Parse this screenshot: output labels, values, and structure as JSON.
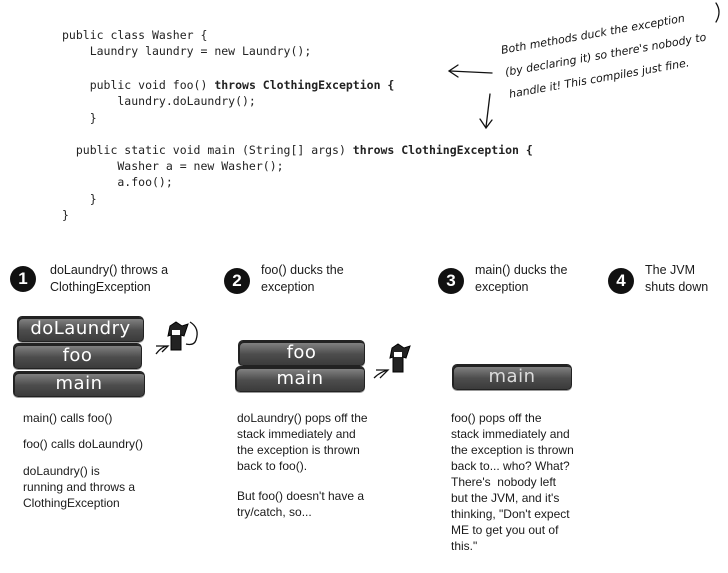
{
  "code": {
    "lines": [
      "public class Washer {",
      "    Laundry laundry = new Laundry();",
      "",
      "    public void foo() ",
      "        laundry.doLaundry();",
      "    }",
      "",
      "  public static void main (String[] args) ",
      "        Washer a = new Washer();",
      "        a.foo();",
      "    }",
      "}"
    ],
    "foo_throws": "throws ClothingException {",
    "main_throws": "throws ClothingException {"
  },
  "annotation": {
    "lines": [
      "Both methods duck the exception",
      "(by declaring it) so there's nobody to",
      "handle it! This compiles just fine."
    ]
  },
  "steps": [
    {
      "number": "1",
      "title": "doLaundry() throws a\nClothingException",
      "stack": [
        "doLaundry",
        "foo",
        "main"
      ],
      "body": [
        "main() calls foo()",
        "foo() calls doLaundry()",
        "doLaundry() is\nrunning and throws a\nClothingException"
      ]
    },
    {
      "number": "2",
      "title": "foo() ducks the\nexception",
      "stack": [
        "foo",
        "main"
      ],
      "body": [
        "doLaundry() pops off the\nstack immediately and\nthe exception is thrown\nback to foo().",
        "But foo() doesn't have a\ntry/catch, so..."
      ]
    },
    {
      "number": "3",
      "title": "main() ducks the\nexception",
      "stack": [
        "main"
      ],
      "body": [
        "foo() pops off the\nstack immediately and\nthe exception is thrown\nback to... who? What?\nThere's  nobody left\nbut the JVM, and it's\nthinking, \"Don't expect\nME to get you out of\nthis.\""
      ]
    },
    {
      "number": "4",
      "title": "The JVM\nshuts down",
      "stack": [],
      "body": []
    }
  ]
}
